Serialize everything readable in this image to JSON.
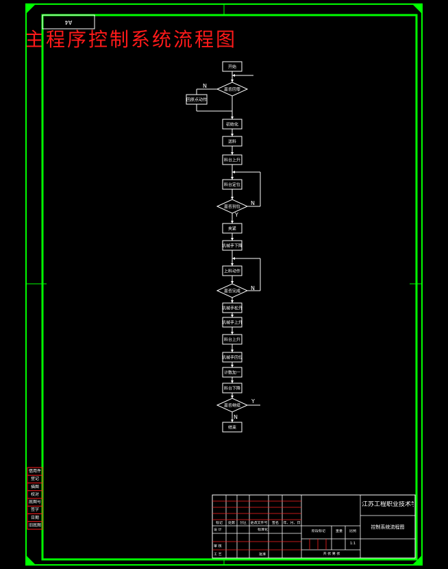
{
  "drawing": {
    "title": "主程序控制系统流程图",
    "corner_tag": "A4"
  },
  "flowchart": {
    "nodes": [
      {
        "id": "n_start",
        "kind": "terminal",
        "label": "开始"
      },
      {
        "id": "n_d1",
        "kind": "decision",
        "label": "是否回零"
      },
      {
        "id": "n_home",
        "kind": "process",
        "label": "回原点动作"
      },
      {
        "id": "n_p1",
        "kind": "process",
        "label": "初始化"
      },
      {
        "id": "n_p2",
        "kind": "process",
        "label": "送料"
      },
      {
        "id": "n_p3",
        "kind": "process",
        "label": "料台上升"
      },
      {
        "id": "n_p4",
        "kind": "process",
        "label": "料台定位"
      },
      {
        "id": "n_d2",
        "kind": "decision",
        "label": "是否到位"
      },
      {
        "id": "n_p5",
        "kind": "process",
        "label": "夹紧"
      },
      {
        "id": "n_p6",
        "kind": "process",
        "label": "机械手下降"
      },
      {
        "id": "n_p7",
        "kind": "process",
        "label": "上料动作"
      },
      {
        "id": "n_d3",
        "kind": "decision",
        "label": "是否完成"
      },
      {
        "id": "n_p8",
        "kind": "process",
        "label": "机械手松开"
      },
      {
        "id": "n_p9",
        "kind": "process",
        "label": "机械手上升"
      },
      {
        "id": "n_p10",
        "kind": "process",
        "label": "料台上升"
      },
      {
        "id": "n_p11",
        "kind": "process",
        "label": "机械手回位"
      },
      {
        "id": "n_p12",
        "kind": "process",
        "label": "计数加一"
      },
      {
        "id": "n_p13",
        "kind": "process",
        "label": "料台下降"
      },
      {
        "id": "n_d4",
        "kind": "decision",
        "label": "是否继续"
      },
      {
        "id": "n_end",
        "kind": "terminal",
        "label": "结束"
      }
    ],
    "branch_labels": {
      "d1_no": "N",
      "d2_no": "N",
      "d2_yes": "Y",
      "d3_no": "N",
      "d4_yes": "Y",
      "d4_no": "N"
    }
  },
  "sidebar_labels": [
    "借用件",
    "登记",
    "描图",
    "校对",
    "底图号",
    "签字",
    "日期",
    "旧底图"
  ],
  "title_block": {
    "school": "江苏工程职业技术学院",
    "drawing_name": "控制系统流程图",
    "scale": "1:1",
    "row_headers": [
      "标记",
      "处数",
      "分区",
      "更改文件号",
      "签名",
      "年、月、日"
    ],
    "designer_label": "设 计",
    "standardize_label": "标准化",
    "audit_label": "审 核",
    "process_label": "工 艺",
    "approve_label": "批准",
    "stage_mark_label": "阶段标记",
    "weight_label": "重量",
    "ratio_label": "比例",
    "sheet_info": "共  张  第  张"
  }
}
